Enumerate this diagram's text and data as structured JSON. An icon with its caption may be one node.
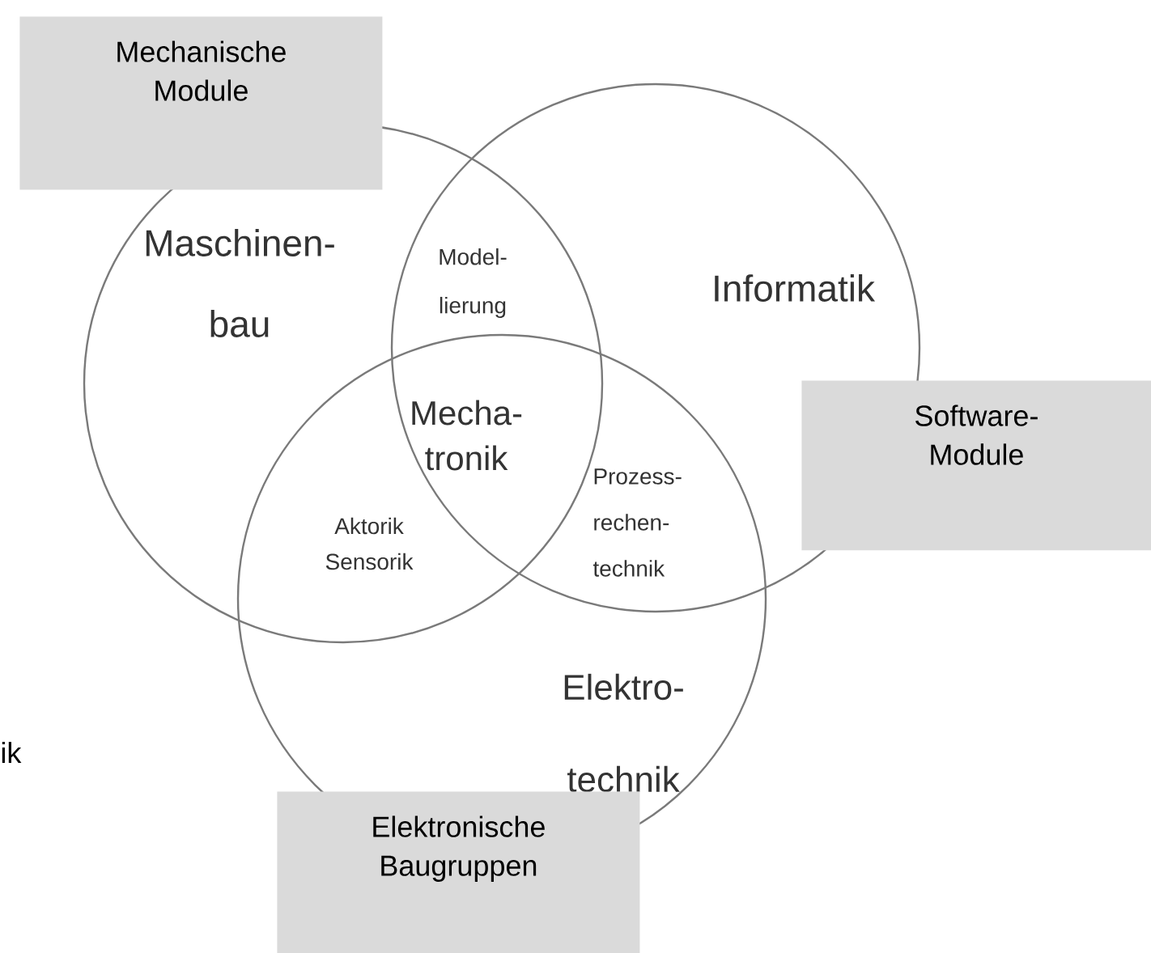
{
  "diagram": {
    "nodes": [
      {
        "text": [
          "Mechanische Module"
        ]
      },
      {
        "text": [
          "Maschinen- bau"
        ]
      },
      {
        "text": [
          "Informatik"
        ]
      },
      {
        "text": [
          "Software- Module"
        ]
      },
      {
        "text": [
          "Elektro- technik"
        ]
      },
      {
        "text": [
          "Elektronische Baugruppen"
        ]
      }
    ],
    "labels": [
      "Model- lierung",
      "Mecha- tronik",
      "Aktorik Sensorik",
      "Prozess- rechen- technik",
      "ik"
    ]
  }
}
